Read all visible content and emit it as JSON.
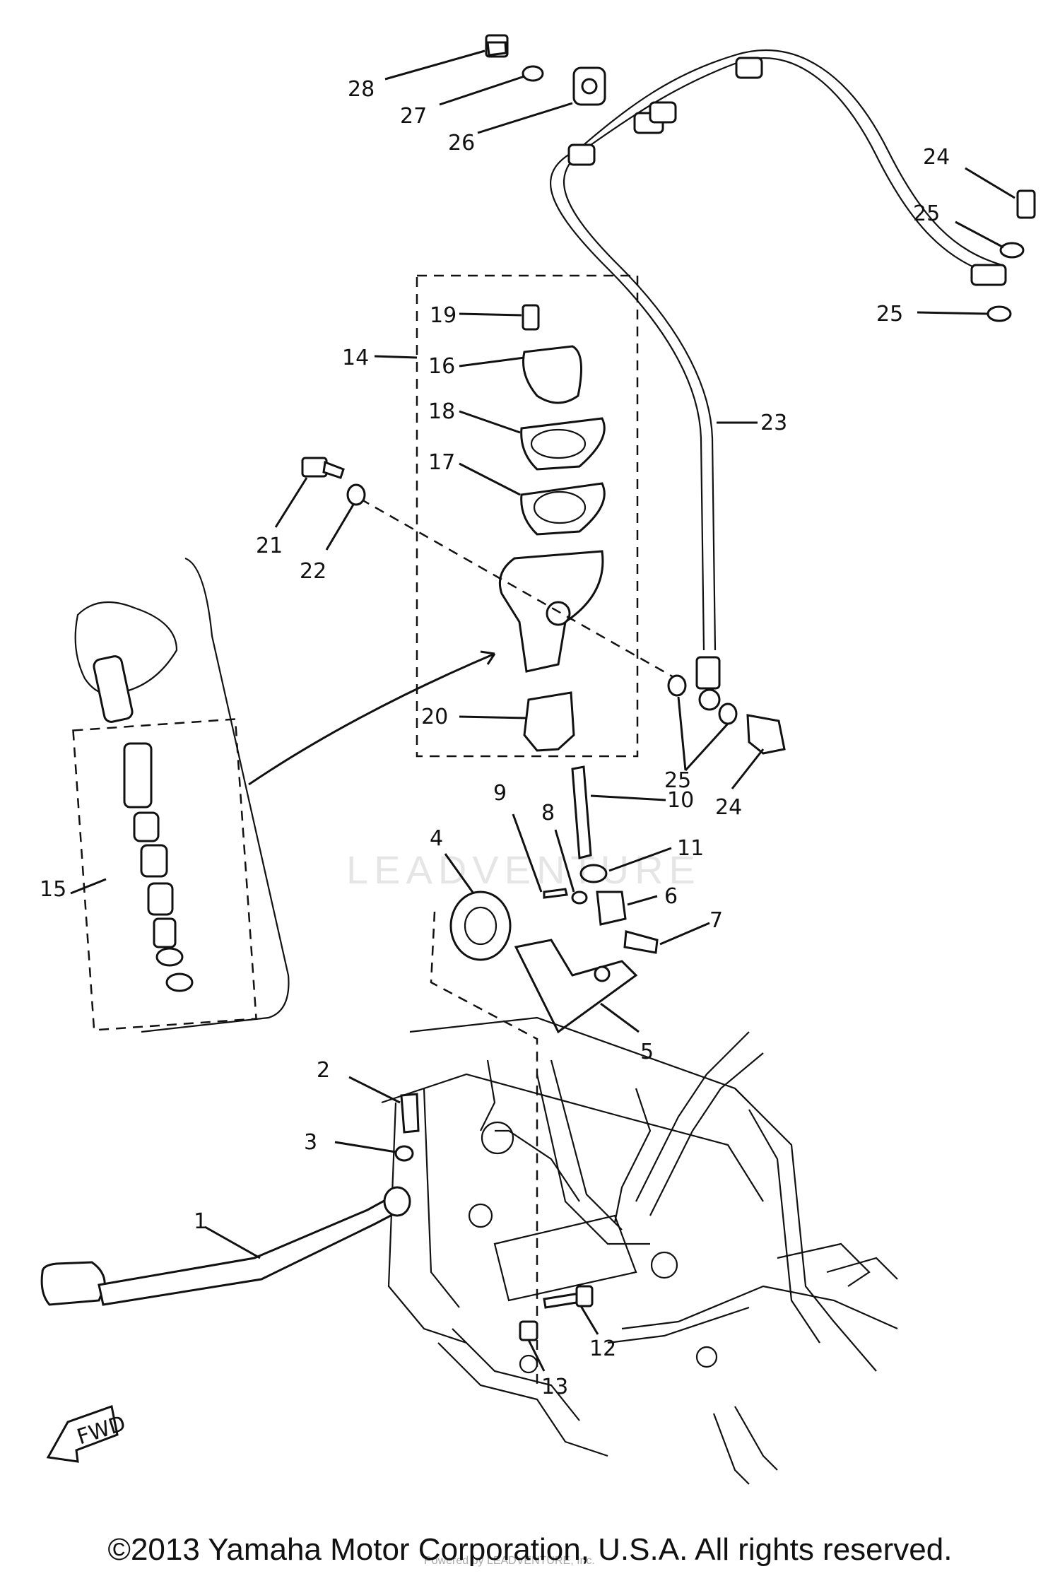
{
  "labels": {
    "p1": "1",
    "p2": "2",
    "p3": "3",
    "p4": "4",
    "p5": "5",
    "p6": "6",
    "p7": "7",
    "p8": "8",
    "p9": "9",
    "p10": "10",
    "p11": "11",
    "p12": "12",
    "p13": "13",
    "p14": "14",
    "p15": "15",
    "p16": "16",
    "p17": "17",
    "p18": "18",
    "p19": "19",
    "p20": "20",
    "p21": "21",
    "p22": "22",
    "p23": "23",
    "p24a": "24",
    "p24b": "24",
    "p25a": "25",
    "p25b": "25",
    "p25c": "25",
    "p26": "26",
    "p27": "27",
    "p28": "28",
    "fwd": "FWD"
  },
  "watermark": {
    "brand": "LEADVENTURE",
    "sub": "Powered by LEADVENTURE, Inc."
  },
  "footer": {
    "copyright": "©2013 Yamaha Motor Corporation, U.S.A. All rights reserved."
  }
}
